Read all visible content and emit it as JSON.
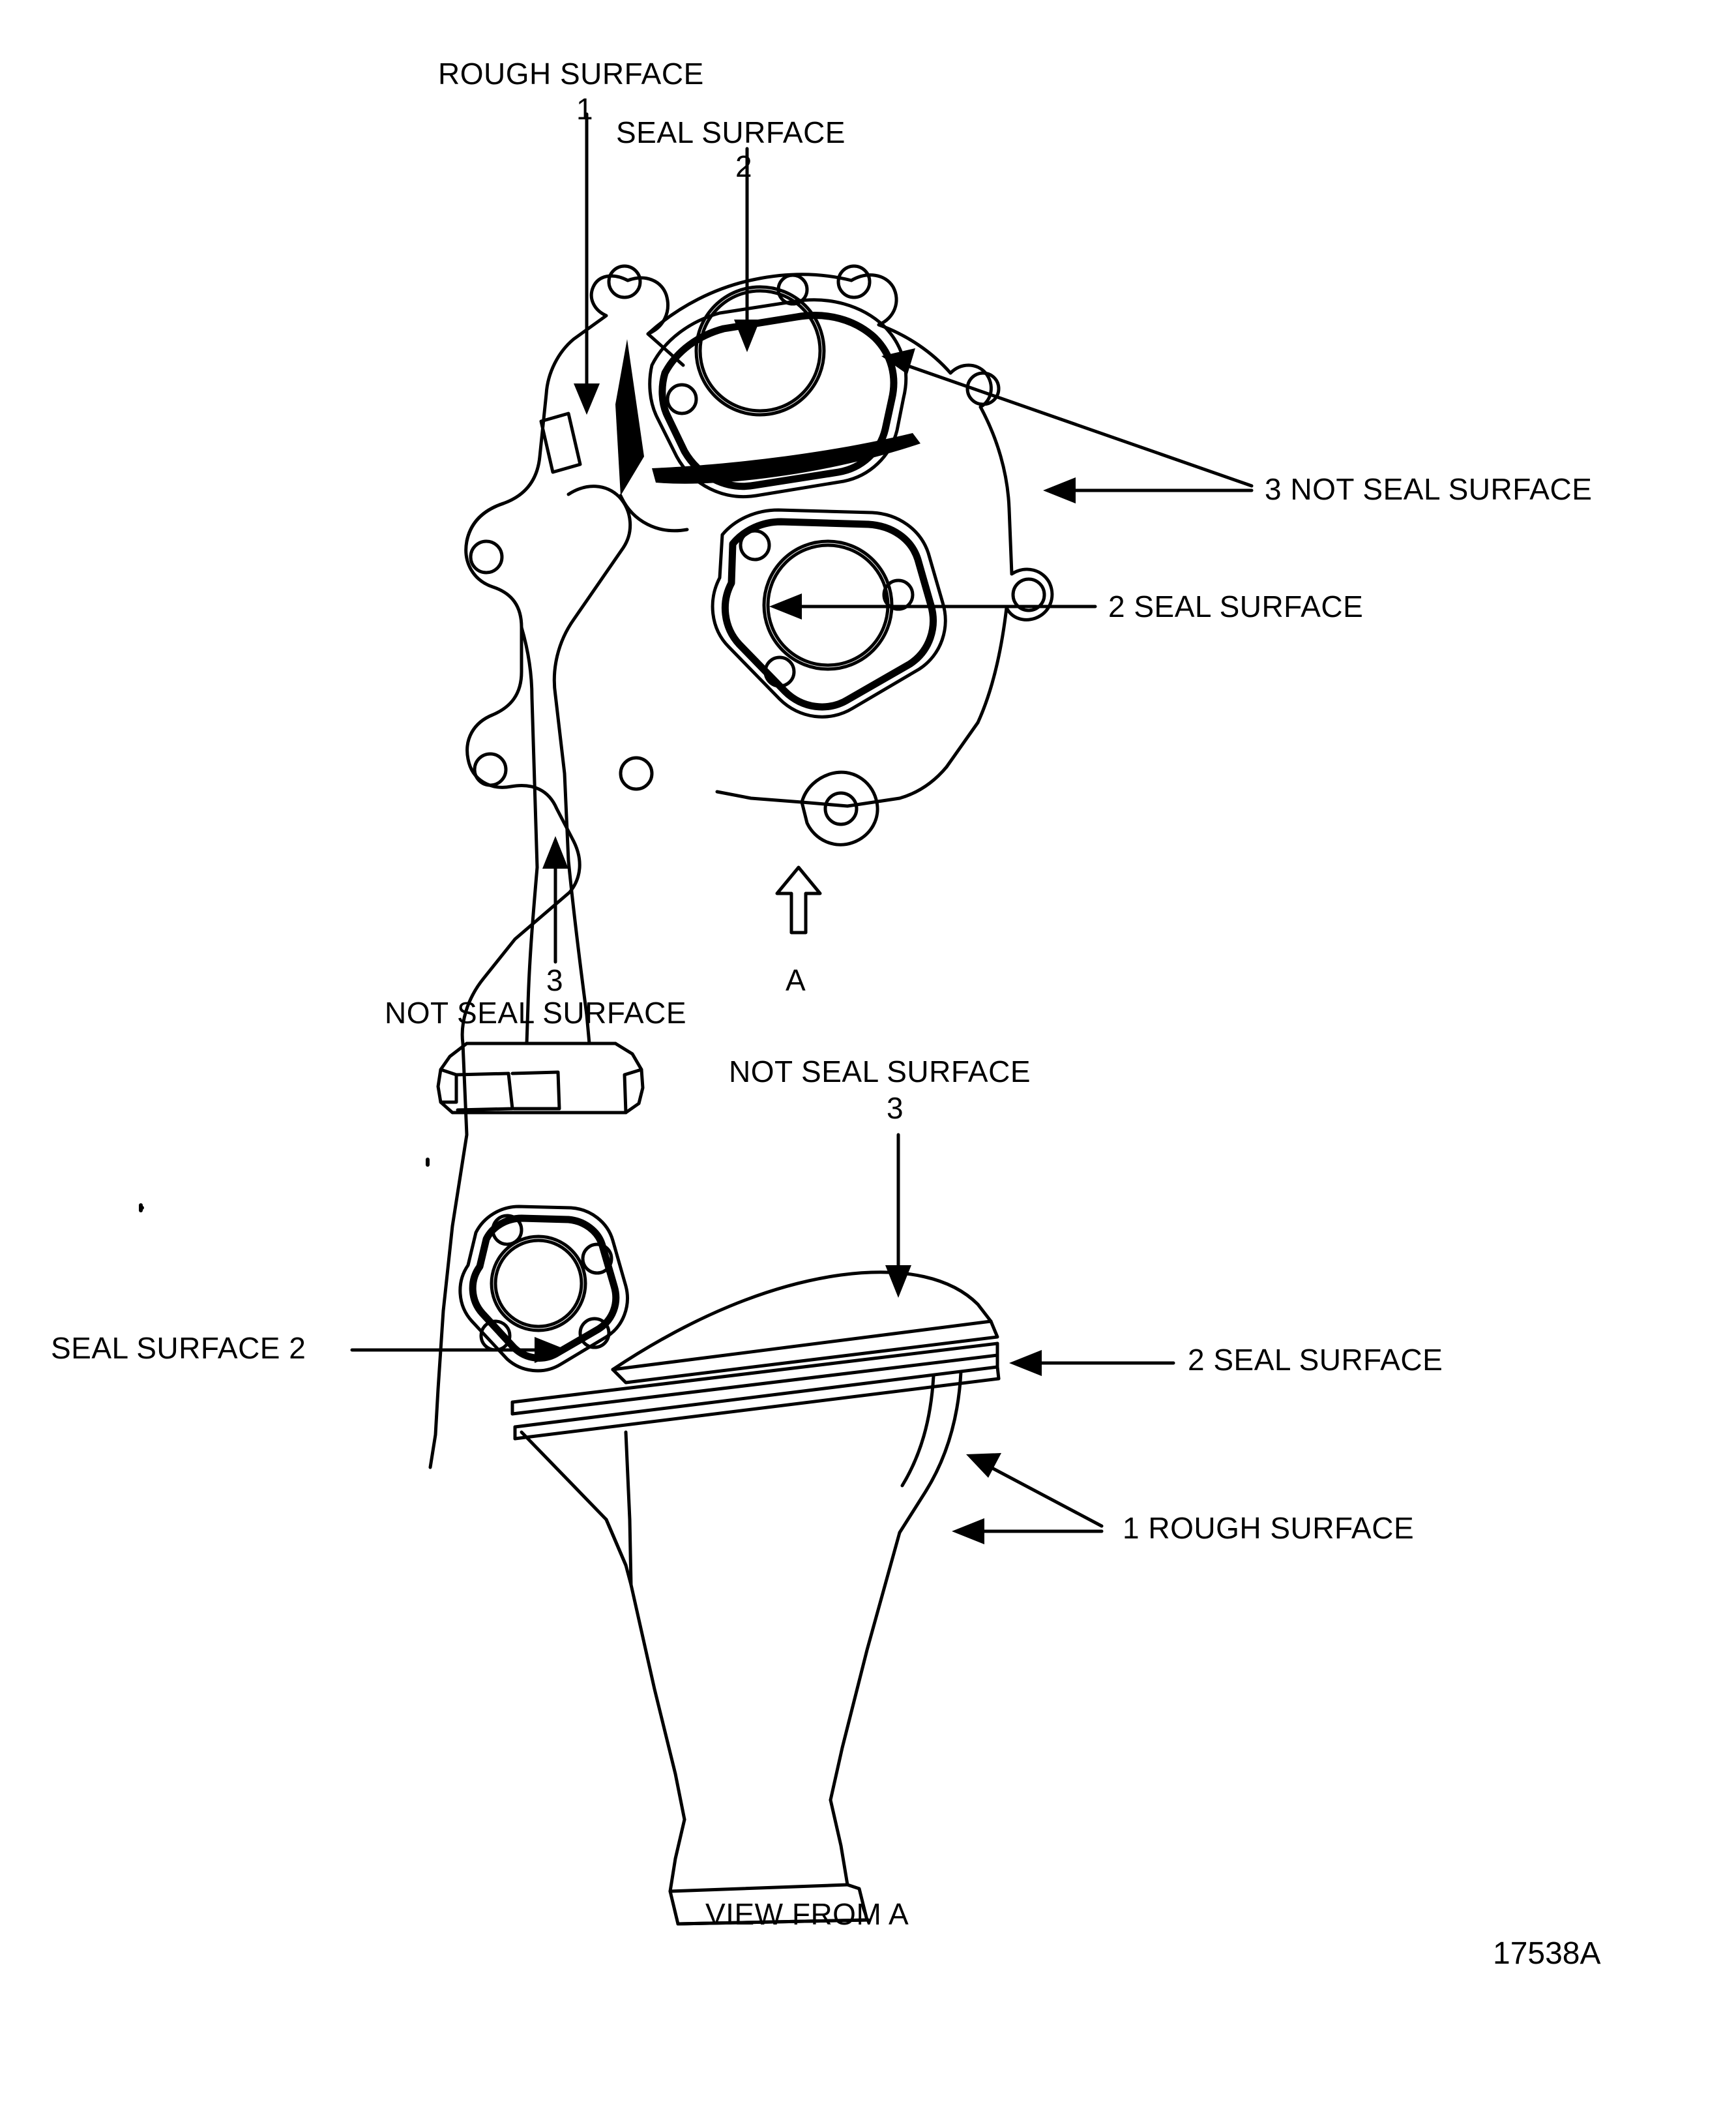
{
  "diagram": {
    "figure_code": "17538A",
    "view_caption": "VIEW FROM A",
    "view_arrow_letter": "A",
    "top_view": {
      "labels": [
        {
          "key": "rough_surface_top",
          "text": "ROUGH SURFACE",
          "number": "1"
        },
        {
          "key": "seal_surface_top",
          "text": "SEAL SURFACE",
          "number": "2"
        },
        {
          "key": "not_seal_surface_right",
          "text": "3 NOT SEAL SURFACE"
        },
        {
          "key": "seal_surface_right",
          "text": "2 SEAL SURFACE"
        },
        {
          "key": "not_seal_surface_bottom",
          "text": "NOT SEAL SURFACE",
          "number": "3"
        }
      ]
    },
    "bottom_view": {
      "labels": [
        {
          "key": "not_seal_surface_top",
          "text": "NOT SEAL SURFACE",
          "number": "3"
        },
        {
          "key": "seal_surface_left",
          "text": "SEAL SURFACE  2"
        },
        {
          "key": "seal_surface_right",
          "text": "2 SEAL SURFACE"
        },
        {
          "key": "rough_surface_right",
          "text": "1 ROUGH SURFACE"
        }
      ]
    }
  }
}
